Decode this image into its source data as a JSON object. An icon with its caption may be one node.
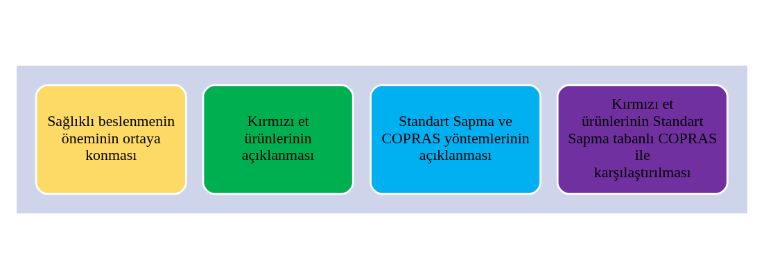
{
  "diagram": {
    "nodes": [
      {
        "text": [],
        "shape": "arrow"
      },
      {
        "text": [
          "Sağlıklı beslenmenin öneminin ortaya konması"
        ],
        "in": 0
      },
      {
        "text": [
          "Kırmızı et ürünlerinin açıklanması"
        ],
        "in": 0
      },
      {
        "text": [
          "Standart Sapma ve COPRAS yöntemlerinin açıklanması"
        ],
        "in": 0
      },
      {
        "text": [
          "Kırmızı et ürünlerinin Standart Sapma tabanlı COPRAS ile karşılaştırılması"
        ],
        "in": 0
      }
    ],
    "edges": []
  }
}
